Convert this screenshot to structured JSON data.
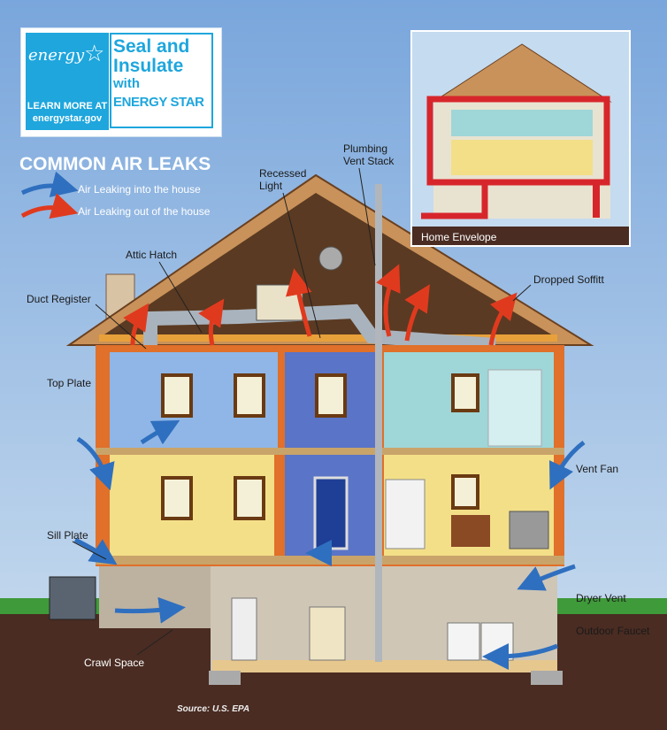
{
  "logo": {
    "brand": "energy",
    "learn_more": "LEARN MORE AT\nenergystar.gov",
    "headline_1": "Seal and",
    "headline_2": "Insulate",
    "headline_3": "with",
    "headline_4": "ENERGY STAR"
  },
  "title": "COMMON AIR LEAKS",
  "legend": [
    {
      "label": "Air Leaking into the house",
      "color": "#2f6fbf"
    },
    {
      "label": "Air Leaking out of the house",
      "color": "#e03a1e"
    }
  ],
  "inset": {
    "label": "Home Envelope",
    "envelope_color": "#d7262b"
  },
  "labels": {
    "recessed_light": "Recessed\nLight",
    "plumbing_vent_stack": "Plumbing\nVent Stack",
    "attic_hatch": "Attic Hatch",
    "duct_register": "Duct Register",
    "dropped_soffitt": "Dropped Soffitt",
    "top_plate": "Top Plate",
    "vent_fan": "Vent Fan",
    "sill_plate": "Sill Plate",
    "dryer_vent": "Dryer Vent",
    "outdoor_faucet": "Outdoor Faucet",
    "crawl_space": "Crawl Space"
  },
  "source": "Source: U.S. EPA"
}
